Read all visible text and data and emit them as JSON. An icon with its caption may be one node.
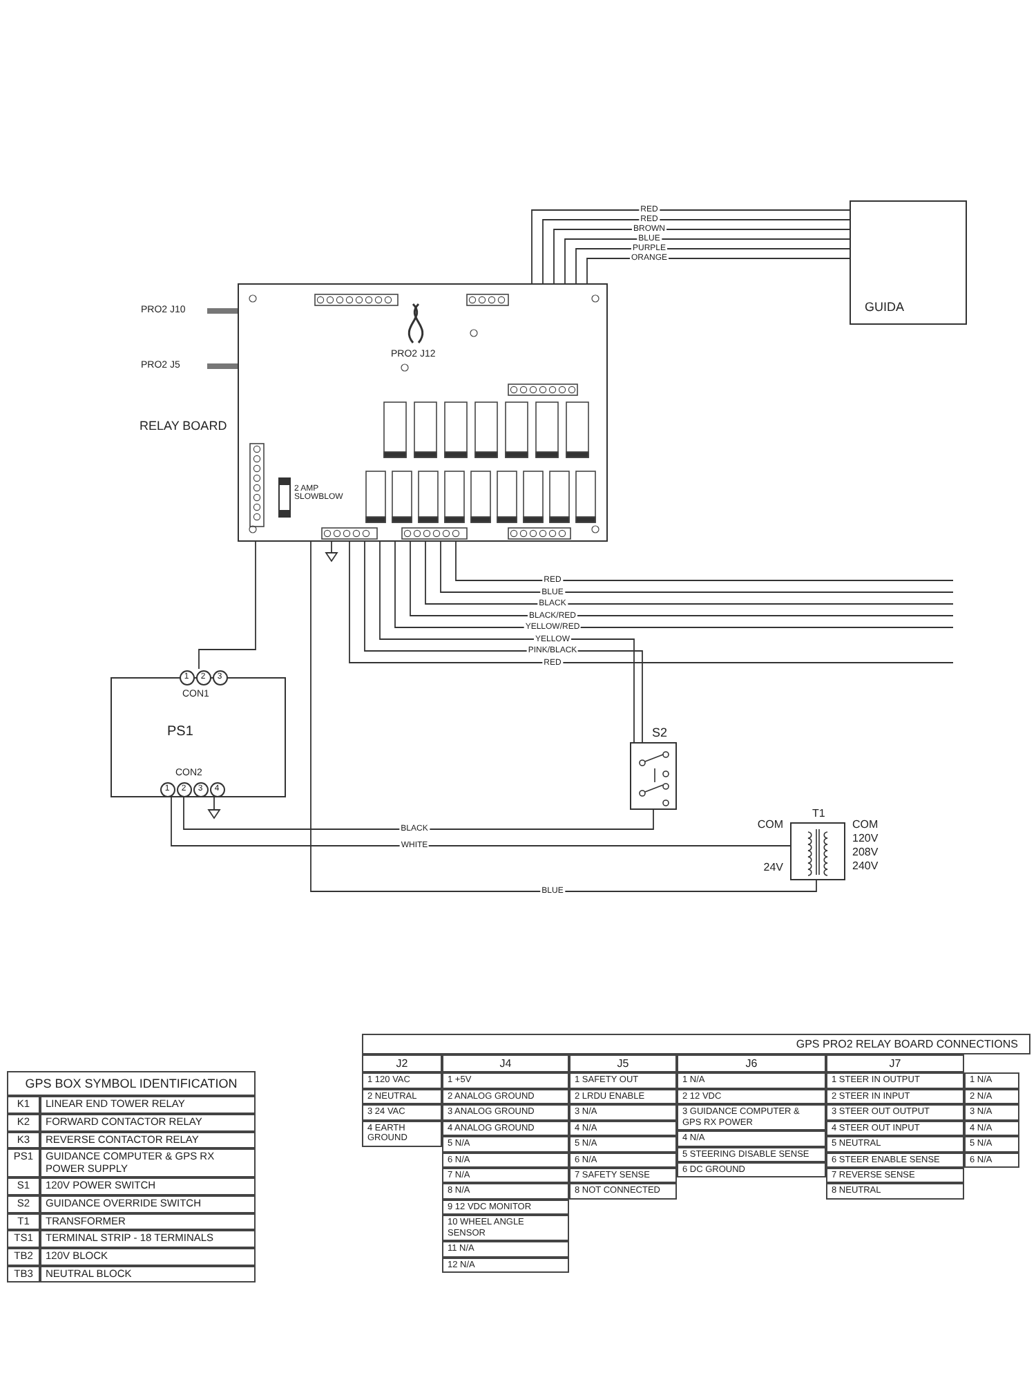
{
  "diagram": {
    "nodes": [
      {
        "text": [
          "RELAY BOARD"
        ]
      },
      {
        "text": [
          "PRO2 J12"
        ],
        "in": 0
      },
      {
        "text": [
          "2 AMP SLOWBLOW"
        ],
        "in": 0
      },
      {
        "text": [
          "PRO2 J10"
        ]
      },
      {
        "text": [
          "PRO2 J5"
        ]
      },
      {
        "text": [
          "PS1"
        ]
      },
      {
        "text": [
          "CON1",
          "1",
          "2",
          "3"
        ],
        "in": 5
      },
      {
        "text": [
          "CON2",
          "1",
          "2",
          "3",
          "4"
        ],
        "in": 5
      },
      {
        "text": [
          "S2"
        ]
      },
      {
        "text": [
          "T1",
          "COM",
          "COM",
          "120V",
          "208V",
          "240V",
          "24V"
        ]
      },
      {
        "text": [
          "GUIDA"
        ]
      }
    ],
    "edges": [
      {
        "from": 0,
        "to": 10,
        "arrow": "none",
        "label": "RED"
      },
      {
        "from": 0,
        "to": 10,
        "arrow": "none",
        "label": "RED"
      },
      {
        "from": 0,
        "to": 10,
        "arrow": "none",
        "label": "BROWN"
      },
      {
        "from": 0,
        "to": 10,
        "arrow": "none",
        "label": "BLUE"
      },
      {
        "from": 0,
        "to": 10,
        "arrow": "none",
        "label": "PURPLE"
      },
      {
        "from": 0,
        "to": 10,
        "arrow": "none",
        "label": "ORANGE"
      },
      {
        "from": 0,
        "to": null,
        "arrow": "none",
        "label": "RED"
      },
      {
        "from": 0,
        "to": null,
        "arrow": "none",
        "label": "BLUE"
      },
      {
        "from": 0,
        "to": null,
        "arrow": "none",
        "label": "BLACK"
      },
      {
        "from": 0,
        "to": null,
        "arrow": "none",
        "label": "BLACK/RED"
      },
      {
        "from": 0,
        "to": null,
        "arrow": "none",
        "label": "YELLOW/RED"
      },
      {
        "from": 0,
        "to": 8,
        "arrow": "none",
        "label": "YELLOW"
      },
      {
        "from": 0,
        "to": 8,
        "arrow": "none",
        "label": "PINK/BLACK"
      },
      {
        "from": 0,
        "to": null,
        "arrow": "none",
        "label": "RED"
      },
      {
        "from": 6,
        "to": 0,
        "arrow": "none"
      },
      {
        "from": 7,
        "to": 8,
        "arrow": "none",
        "label": "BLACK"
      },
      {
        "from": 7,
        "to": 9,
        "arrow": "none",
        "label": "WHITE"
      },
      {
        "from": 0,
        "to": 9,
        "arrow": "none",
        "label": "BLUE"
      },
      {
        "from": 3,
        "to": 0,
        "arrow": "none",
        "style": "thick"
      },
      {
        "from": 4,
        "to": 0,
        "arrow": "none",
        "style": "thick"
      }
    ],
    "labels": [
      "GPS BOX SYMBOL IDENTIFICATION",
      "K1",
      "LINEAR END TOWER RELAY",
      "K2",
      "FORWARD CONTACTOR RELAY",
      "K3",
      "REVERSE CONTACTOR RELAY",
      "PS1",
      "GUIDANCE COMPUTER & GPS RX POWER SUPPLY",
      "S1",
      "120V POWER SWITCH",
      "S2",
      "GUIDANCE OVERRIDE SWITCH",
      "T1",
      "TRANSFORMER",
      "TS1",
      "TERMINAL STRIP - 18 TERMINALS",
      "TB2",
      "120V BLOCK",
      "TB3",
      "NEUTRAL BLOCK",
      "GPS PRO2 RELAY BOARD CONNECTIONS",
      "J2",
      "J4",
      "J5",
      "J6",
      "J7",
      "1 120 VAC",
      "2 NEUTRAL",
      "3 24 VAC",
      "4 EARTH GROUND",
      "1 +5V",
      "2 ANALOG GROUND",
      "3 ANALOG GROUND",
      "4 ANALOG GROUND",
      "5 N/A",
      "6 N/A",
      "7 N/A",
      "8 N/A",
      "9 12 VDC MONITOR",
      "10 WHEEL ANGLE SENSOR",
      "11 N/A",
      "12 N/A",
      "1 SAFETY OUT",
      "2 LRDU ENABLE",
      "3 N/A",
      "4 N/A",
      "5 N/A",
      "6 N/A",
      "7 SAFETY SENSE",
      "8 NOT CONNECTED",
      "1 N/A",
      "2 12 VDC",
      "3 GUIDANCE COMPUTER & GPS RX POWER",
      "4 N/A",
      "5 STEERING DISABLE SENSE",
      "6 DC GROUND",
      "1 STEER IN OUTPUT",
      "2 STEER IN INPUT",
      "3 STEER OUT OUTPUT",
      "4 STEER OUT INPUT",
      "5 NEUTRAL",
      "6 STEER ENABLE SENSE",
      "7 REVERSE SENSE",
      "8 NEUTRAL",
      "1 N/A",
      "2 N/A",
      "3 N/A",
      "4 N/A",
      "5 N/A",
      "6 N/A"
    ]
  }
}
